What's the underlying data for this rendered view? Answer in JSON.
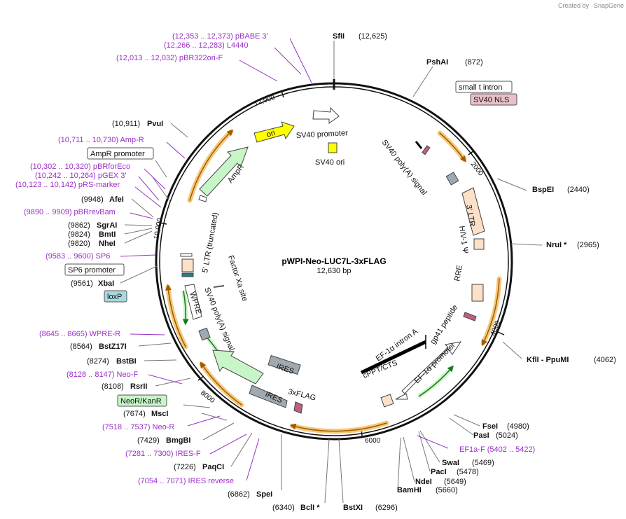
{
  "brand": {
    "created_by": "Created by",
    "name": "SnapGene"
  },
  "plasmid": {
    "name": "pWPI-Neo-LUC7L-3xFLAG",
    "size": "12,630 bp"
  },
  "ticks": [
    {
      "label": "2000"
    },
    {
      "label": "4000"
    },
    {
      "label": "6000"
    },
    {
      "label": "8000"
    },
    {
      "label": "10,000"
    },
    {
      "label": "12,000"
    }
  ],
  "sites_right": [
    {
      "enzyme": "SfiI",
      "pos": "(12,625)"
    },
    {
      "enzyme": "PshAI",
      "pos": "(872)"
    },
    {
      "enzyme": "BspEI",
      "pos": "(2440)"
    },
    {
      "enzyme": "NruI *",
      "pos": "(2965)"
    },
    {
      "enzyme": "KflI  -  PpuMI",
      "pos": "(4062)"
    },
    {
      "enzyme": "FseI",
      "pos": "(4980)"
    },
    {
      "enzyme": "PasI",
      "pos": "(5024)"
    },
    {
      "enzyme": "SwaI",
      "pos": "(5469)"
    },
    {
      "enzyme": "PacI",
      "pos": "(5478)"
    },
    {
      "enzyme": "NdeI",
      "pos": "(5649)"
    },
    {
      "enzyme": "BamHI",
      "pos": "(5660)"
    },
    {
      "enzyme": "BstXI",
      "pos": "(6296)"
    }
  ],
  "sites_left": [
    {
      "pos": "(10,911)",
      "enzyme": "PvuI"
    },
    {
      "pos": "(9948)",
      "enzyme": "AfeI"
    },
    {
      "pos": "(9862)",
      "enzyme": "SgrAI"
    },
    {
      "pos": "(9824)",
      "enzyme": "BmtI"
    },
    {
      "pos": "(9820)",
      "enzyme": "NheI"
    },
    {
      "pos": "(9561)",
      "enzyme": "XbaI"
    },
    {
      "pos": "(8564)",
      "enzyme": "BstZ17I"
    },
    {
      "pos": "(8274)",
      "enzyme": "BstBI"
    },
    {
      "pos": "(8108)",
      "enzyme": "RsrII"
    },
    {
      "pos": "(7674)",
      "enzyme": "MscI"
    },
    {
      "pos": "(7429)",
      "enzyme": "BmgBI"
    },
    {
      "pos": "(7226)",
      "enzyme": "PaqCI"
    },
    {
      "pos": "(6862)",
      "enzyme": "SpeI"
    },
    {
      "pos": "(6340)",
      "enzyme": "BclI *"
    }
  ],
  "primers": [
    {
      "text": "(12,353 .. 12,373)  pBABE 3'"
    },
    {
      "text": "(12,266 .. 12,283)  L4440"
    },
    {
      "text": "(12,013 .. 12,032)  pBR322ori-F"
    },
    {
      "text": "(10,711 .. 10,730)  Amp-R"
    },
    {
      "text": "(10,302 .. 10,320)  pBRforEco"
    },
    {
      "text": "(10,242 .. 10,264)  pGEX 3'"
    },
    {
      "text": "(10,123 .. 10,142)  pRS-marker"
    },
    {
      "text": "(9890 .. 9909)  pBRrevBam"
    },
    {
      "text": "(9583 .. 9600)  SP6"
    },
    {
      "text": "(8645 .. 8665)  WPRE-R"
    },
    {
      "text": "(8128 .. 8147)  Neo-F"
    },
    {
      "text": "(7518 .. 7537)  Neo-R"
    },
    {
      "text": "(7281 .. 7300)  IRES-F"
    },
    {
      "text": "(7054 .. 7071)  IRES reverse"
    },
    {
      "text": "EF1a-F     (5402 .. 5422)"
    }
  ],
  "boxed": [
    {
      "text": "small t intron"
    },
    {
      "text": "SV40 NLS"
    },
    {
      "text": "AmpR promoter"
    },
    {
      "text": "SP6 promoter"
    },
    {
      "text": "loxP"
    },
    {
      "text": "NeoR/KanR"
    }
  ],
  "features": [
    {
      "text": "SV40 promoter"
    },
    {
      "text": "SV40 ori"
    },
    {
      "text": "ori"
    },
    {
      "text": "AmpR"
    },
    {
      "text": "5' LTR (truncated)"
    },
    {
      "text": "SV40 poly(A) signal"
    },
    {
      "text": "3' LTR"
    },
    {
      "text": "HIV-1 Ψ"
    },
    {
      "text": "RRE"
    },
    {
      "text": "gp41 peptide"
    },
    {
      "text": "EF-1α intron A"
    },
    {
      "text": "EF-1α promoter"
    },
    {
      "text": "cPPT/CTS"
    },
    {
      "text": "3xFLAG"
    },
    {
      "text": "IRES"
    },
    {
      "text": "IRES"
    },
    {
      "text": "SV40 poly(A) signal"
    },
    {
      "text": "WPRE"
    },
    {
      "text": "Factor Xa site"
    }
  ],
  "colors": {
    "primer": "#9b30c8",
    "orange_arc": "#f5c97a",
    "ori": "#ffff00",
    "amp": "#c8f5c8",
    "ltr": "#fde0c8",
    "ires": "#a0a8b0"
  }
}
